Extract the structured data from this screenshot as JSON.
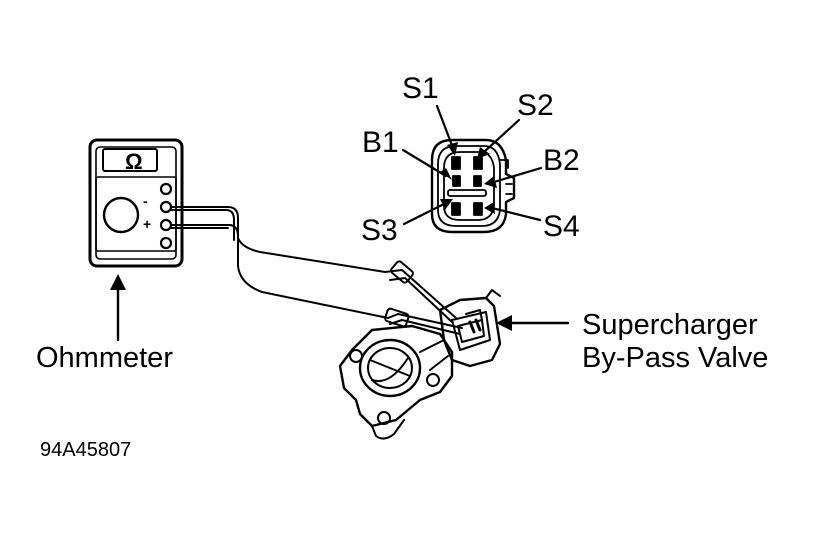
{
  "meter": {
    "label": "Ohmmeter",
    "symbol": "Ω",
    "minus": "-",
    "plus": "+"
  },
  "connector": {
    "pins": {
      "s1": "S1",
      "s2": "S2",
      "b1": "B1",
      "b2": "B2",
      "s3": "S3",
      "s4": "S4"
    }
  },
  "valve": {
    "label_line1": "Supercharger",
    "label_line2": "By-Pass Valve"
  },
  "figure_id": "94A45807"
}
